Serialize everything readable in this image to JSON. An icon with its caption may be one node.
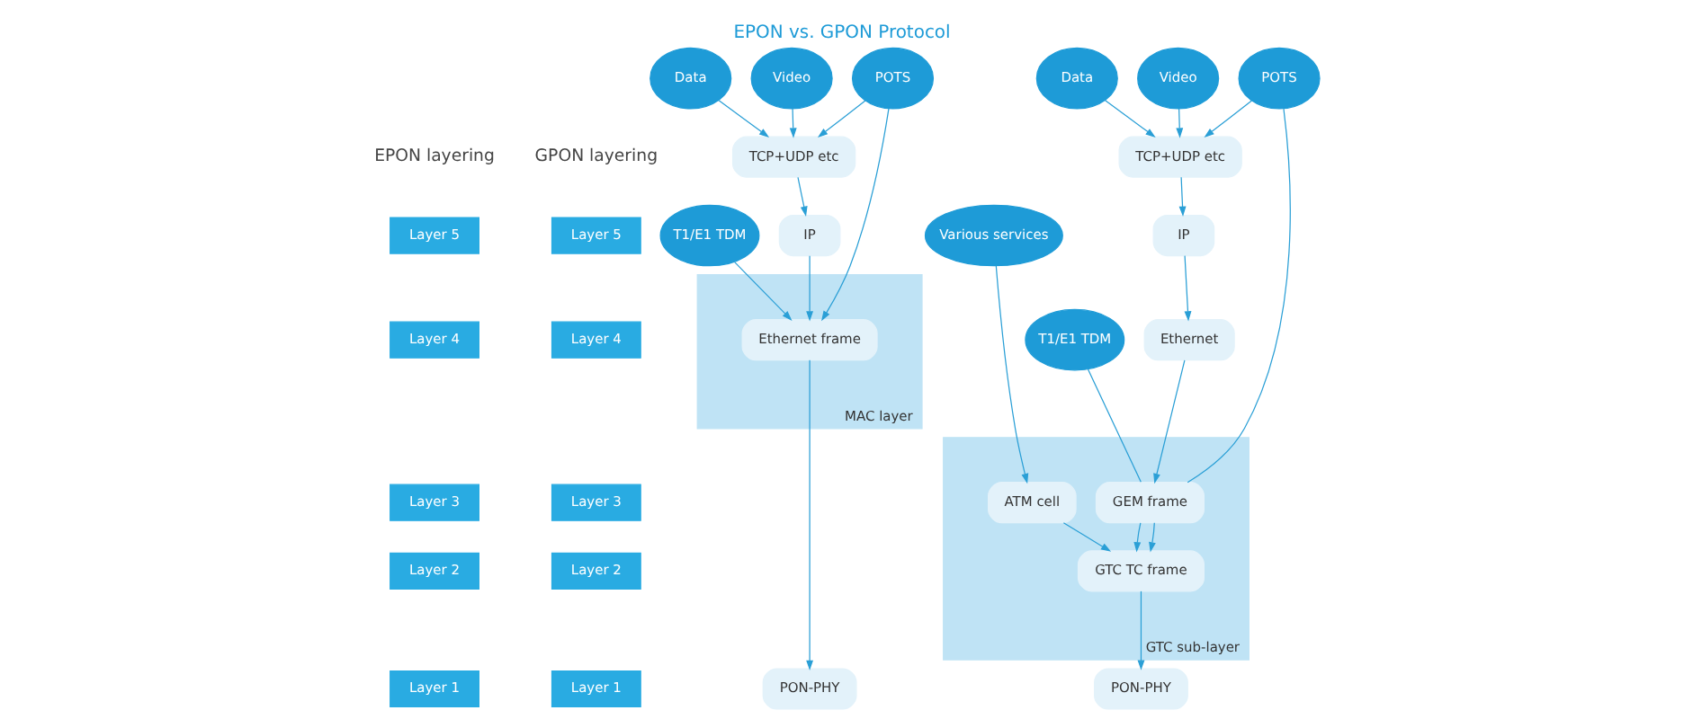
{
  "diagram": {
    "title": "EPON vs. GPON Protocol",
    "nodes": [
      {
        "text": [
          "Layer 5"
        ]
      },
      {
        "text": [
          "Layer 4"
        ]
      },
      {
        "text": [
          "Layer 3"
        ]
      },
      {
        "text": [
          "Layer 2"
        ]
      },
      {
        "text": [
          "Layer 1"
        ]
      },
      {
        "text": [
          "T1/E1 TDM"
        ]
      },
      {
        "text": [
          "POTS"
        ]
      },
      {
        "text": [
          "Data"
        ]
      },
      {
        "text": [
          "Video"
        ]
      },
      {
        "text": [
          "TCP+UDP etc"
        ]
      },
      {
        "text": [
          "IP"
        ]
      },
      {
        "text": [
          "MAC layer"
        ]
      },
      {
        "text": [
          "Ethernet frame"
        ],
        "in": 11
      },
      {
        "text": [
          "PON-PHY"
        ]
      },
      {
        "text": [
          "Layer 5"
        ]
      },
      {
        "text": [
          "Layer 4"
        ]
      },
      {
        "text": [
          "Layer 3"
        ]
      },
      {
        "text": [
          "Layer 2"
        ]
      },
      {
        "text": [
          "Layer 1"
        ]
      },
      {
        "text": [
          "Various services"
        ]
      },
      {
        "text": [
          "T1/E1 TDM"
        ]
      },
      {
        "text": [
          "POTS"
        ]
      },
      {
        "text": [
          "Data"
        ]
      },
      {
        "text": [
          "Video"
        ]
      },
      {
        "text": [
          "TCP+UDP etc"
        ]
      },
      {
        "text": [
          "IP"
        ]
      },
      {
        "text": [
          "Ethernet"
        ]
      },
      {
        "text": [
          "GTC sub-layer"
        ]
      },
      {
        "text": [
          "ATM cell"
        ],
        "in": 27
      },
      {
        "text": [
          "GEM frame"
        ],
        "in": 27
      },
      {
        "text": [
          "GTC TC frame"
        ],
        "in": 27
      },
      {
        "text": [
          "PON-PHY"
        ]
      }
    ],
    "edges": [
      {
        "from": 5,
        "to": 12,
        "arrow": "to"
      },
      {
        "from": 6,
        "to": 12,
        "arrow": "to"
      },
      {
        "from": 6,
        "to": 9,
        "arrow": "to"
      },
      {
        "from": 7,
        "to": 9,
        "arrow": "to"
      },
      {
        "from": 8,
        "to": 9,
        "arrow": "to"
      },
      {
        "from": 9,
        "to": 10,
        "arrow": "to"
      },
      {
        "from": 10,
        "to": 12,
        "arrow": "to"
      },
      {
        "from": 12,
        "to": 13,
        "arrow": "to"
      },
      {
        "from": 19,
        "to": 28,
        "arrow": "to"
      },
      {
        "from": 20,
        "to": 29,
        "arrow": "none"
      },
      {
        "from": 21,
        "to": 29,
        "arrow": "none"
      },
      {
        "from": 21,
        "to": 24,
        "arrow": "to"
      },
      {
        "from": 22,
        "to": 24,
        "arrow": "to"
      },
      {
        "from": 23,
        "to": 24,
        "arrow": "to"
      },
      {
        "from": 24,
        "to": 25,
        "arrow": "to"
      },
      {
        "from": 25,
        "to": 26,
        "arrow": "to"
      },
      {
        "from": 26,
        "to": 29,
        "arrow": "to"
      },
      {
        "from": 28,
        "to": 30,
        "arrow": "to"
      },
      {
        "from": 29,
        "to": 30,
        "arrow": "to"
      },
      {
        "from": 29,
        "to": 30,
        "arrow": "to"
      },
      {
        "from": 30,
        "to": 31,
        "arrow": "to"
      }
    ],
    "labels": [
      "EPON layering",
      "GPON layering"
    ]
  }
}
